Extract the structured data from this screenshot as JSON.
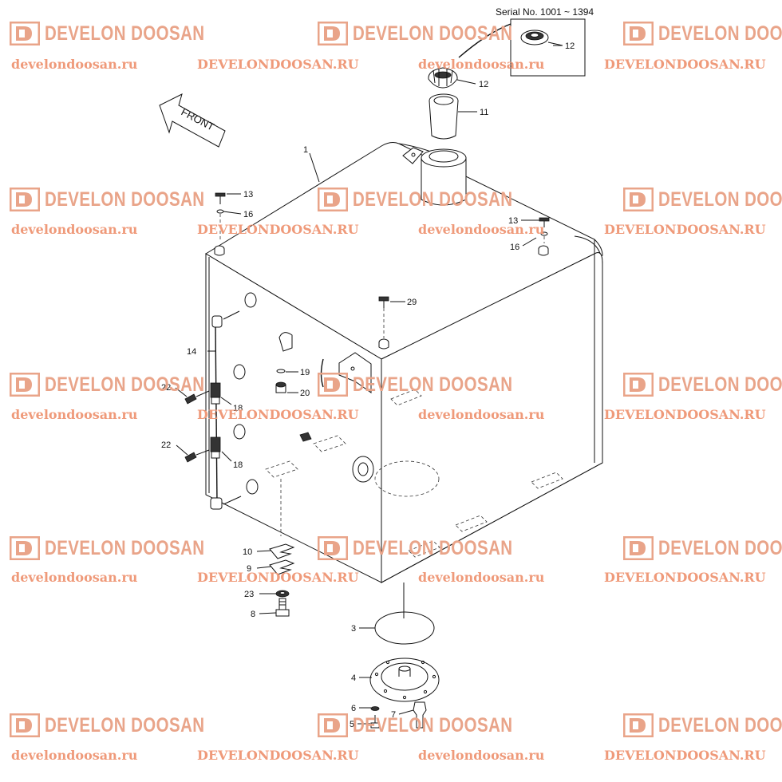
{
  "serial_note": "Serial No. 1001 ~ 1394",
  "front_label": "FRONT",
  "watermark": {
    "brand": "DEVELON DOOSAN",
    "url_lower": "develondoosan.ru",
    "url_upper": "DEVELONDOOSAN.RU",
    "color": "#e9a489"
  },
  "callouts": {
    "c1": "1",
    "c3": "3",
    "c4": "4",
    "c5": "5",
    "c6": "6",
    "c7": "7",
    "c8": "8",
    "c9": "9",
    "c10": "10",
    "c11": "11",
    "c12a": "12",
    "c12b": "12",
    "c13a": "13",
    "c13b": "13",
    "c14": "14",
    "c16a": "16",
    "c16b": "16",
    "c18a": "18",
    "c18b": "18",
    "c19": "19",
    "c20": "20",
    "c22a": "22",
    "c22b": "22",
    "c23": "23",
    "c29": "29"
  }
}
